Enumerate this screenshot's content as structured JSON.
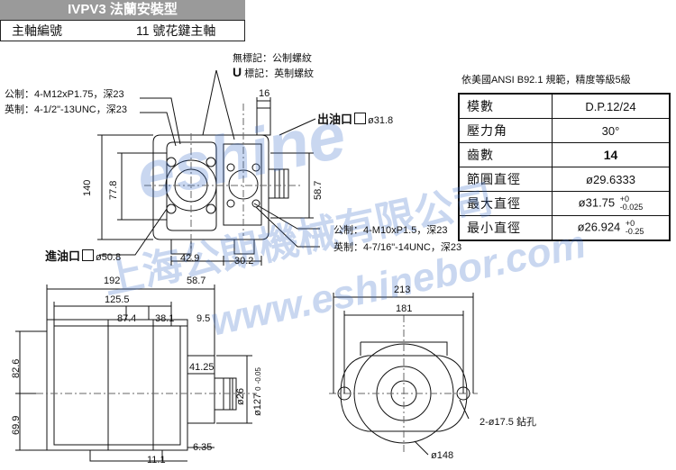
{
  "header": {
    "model": "IVPV3 法蘭安裝型",
    "shaft_label": "主軸編號",
    "shaft_value": "11 號花鍵主軸"
  },
  "notes": {
    "no_mark": "無標記：公制螺紋",
    "u_mark_letter": "U",
    "u_mark_text": " 標記：英制螺紋",
    "top_metric": "公制：4-M12xP1.75，深23",
    "top_imperial": "英制：4-1/2\"-13UNC，深23",
    "bottom_metric": "公制：4-M10xP1.5，深23",
    "bottom_imperial": "英制：4-7/16\"-14UNC，深23",
    "outlet_label": "出油口",
    "outlet_dim": "ø31.8",
    "inlet_label": "進油口",
    "inlet_dim": "ø50.8",
    "drill_hole": "2-ø17.5 鉆孔"
  },
  "dimensions": {
    "d16": "16",
    "d140": "140",
    "d77_8": "77.8",
    "d58_7_right": "58.7",
    "d42_9": "42.9",
    "d30_2": "30.2",
    "d192": "192",
    "d58_7": "58.7",
    "d125_5": "125.5",
    "d87_4": "87.4",
    "d38_1": "38.1",
    "d9_5": "9.5",
    "d82_6": "82.6",
    "d69_9": "69.9",
    "d41_25": "41.25",
    "d26": "ø26",
    "d127": "ø127",
    "d127_tol_top": "0",
    "d127_tol_bot": "-0.05",
    "d6_35": "6.35",
    "d11_1": "11.1",
    "d213": "213",
    "d181": "181",
    "d148": "ø148"
  },
  "spec": {
    "caption": "依美國ANSI  B92.1 規範，精度等級5級",
    "rows": [
      {
        "key": "模數",
        "value": "D.P.12/24"
      },
      {
        "key": "壓力角",
        "value": "30°"
      },
      {
        "key": "齒數",
        "value": "14"
      },
      {
        "key": "節圓直徑",
        "value": "ø29.6333"
      },
      {
        "key": "最大直徑",
        "value": "ø31.75",
        "tol_top": "+0",
        "tol_bot": "-0.025"
      },
      {
        "key": "最小直徑",
        "value": "ø26.924",
        "tol_top": "+0",
        "tol_bot": "-0.25"
      }
    ]
  },
  "watermark": {
    "brand": "eshine",
    "company": "上海公朗機械有限公司",
    "url": "www.eshinebor.com"
  }
}
